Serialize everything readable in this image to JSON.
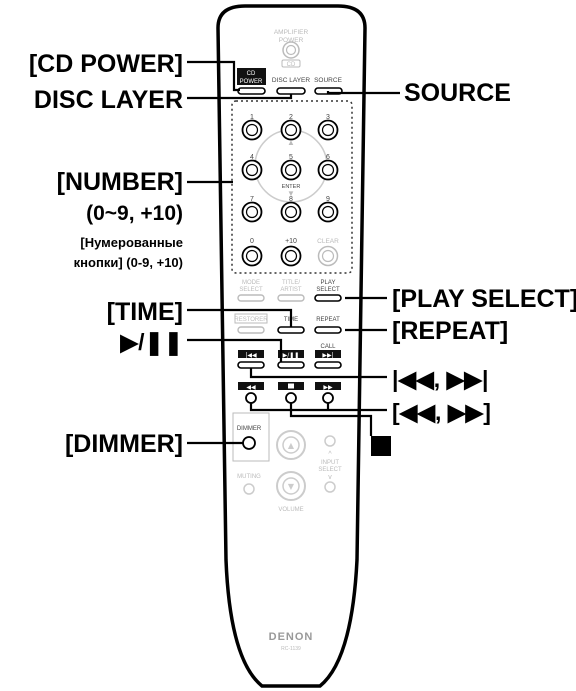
{
  "remote": {
    "amp_power_label": [
      "AMPLIFIER",
      "POWER"
    ],
    "cd_label": "CD",
    "cd_power_label": [
      "CD",
      "POWER"
    ],
    "disc_layer_label": "DISC LAYER",
    "source_label": "SOURCE",
    "numbers": [
      "1",
      "2",
      "3",
      "4",
      "5",
      "6",
      "7",
      "8",
      "9",
      "0",
      "+10"
    ],
    "enter_label": "ENTER",
    "clear_label": "CLEAR",
    "mode_select_label": [
      "MODE",
      "SELECT"
    ],
    "title_artist_label": [
      "TITLE/",
      "ARTIST"
    ],
    "play_select_label": [
      "PLAY",
      "SELECT"
    ],
    "restorer_label": "RESTORER",
    "time_label": "TIME",
    "repeat_label": "REPEAT",
    "call_label": "CALL",
    "dimmer_label": "DIMMER",
    "muting_label": "MUTING",
    "input_select_label": [
      "INPUT",
      "SELECT"
    ],
    "volume_label": "VOLUME",
    "brand": "DENON",
    "model": "RC-1139"
  },
  "callouts": {
    "cd_power": "[CD POWER]",
    "disc_layer": "DISC LAYER",
    "source": "SOURCE",
    "number": "[NUMBER]",
    "number_range": "(0~9, +10)",
    "number_ru_1": "[Нумерованные",
    "number_ru_2": "кнопки] (0-9, +10)",
    "time": "[TIME]",
    "play_pause": "▶/❚❚",
    "play_select": "[PLAY SELECT]",
    "repeat": "[REPEAT]",
    "skip": "|◀◀, ▶▶|",
    "search": "[◀◀, ▶▶]",
    "stop": "■",
    "dimmer": "[DIMMER]"
  }
}
